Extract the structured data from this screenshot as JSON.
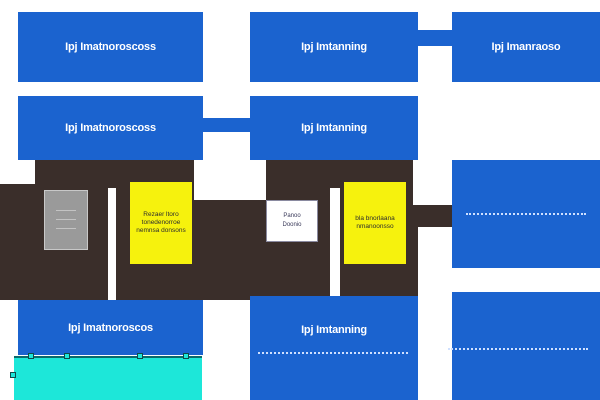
{
  "tiles": {
    "r1c1": "Ipj Imatnoroscoss",
    "r1c2": "Ipj Imtanning",
    "r1c3": "Ipj Imanraoso",
    "r2c1": "Ipj Imatnoroscoss",
    "r2c2": "Ipj Imtanning",
    "r4c1": "Ipj Imatnoroscos",
    "r4c2": "Ipj Imtanning"
  },
  "cards": {
    "gray": [
      "----------",
      "----------",
      "----------"
    ],
    "yellow_left": [
      "Rezaer ltoro",
      "tonedenorroe",
      "nemnsa donsons"
    ],
    "white": [
      "Panoo",
      "Doonio"
    ],
    "yellow_right": [
      "bla bnorlaana",
      "nmanoonsso"
    ]
  },
  "colors": {
    "tile_blue": "#1b63cf",
    "band_dark": "#3a2e2a",
    "card_yellow": "#f6f20d",
    "selection_cyan": "#1de7d9"
  }
}
